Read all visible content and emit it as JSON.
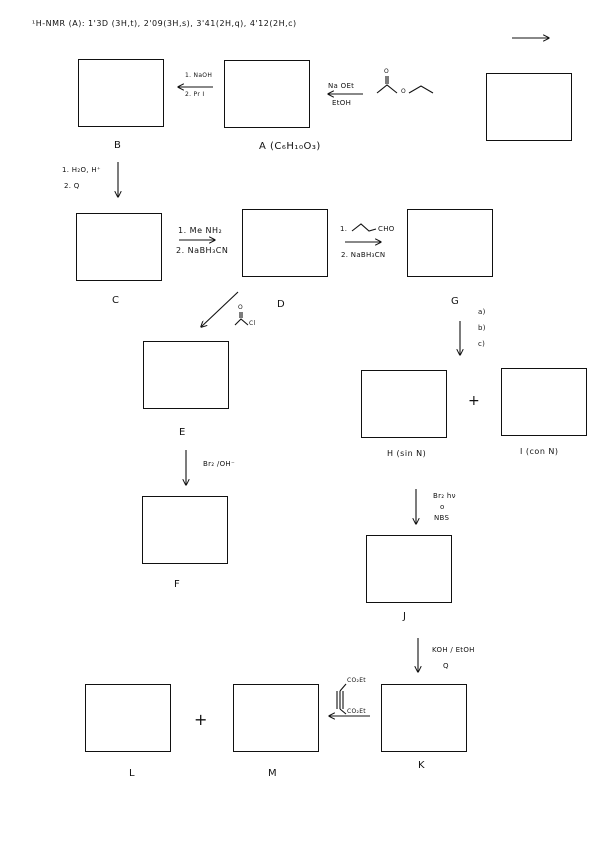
{
  "header": {
    "nmr": "¹H-NMR (A): 1'3D (3H,t), 2'09(3H,s), 3'41(2H,q), 4'12(2H,c)"
  },
  "labels": {
    "A": "A (C₆H₁₀O₃)",
    "B": "B",
    "C": "C",
    "D": "D",
    "E": "E",
    "F": "F",
    "G": "G",
    "H": "H (sin N)",
    "I": "I (con N)",
    "J": "J",
    "K": "K",
    "L": "L",
    "M": "M"
  },
  "reagents": {
    "start_to_a": {
      "line1": "Na OEt",
      "line2": "EtOH"
    },
    "a_to_b": {
      "line1": "1. NaOH",
      "line2": "2. Pr I"
    },
    "b_to_c": {
      "line1": "1. H₂O, H⁺",
      "line2": "2. Q"
    },
    "c_to_d": {
      "line1": "1. Me NH₂",
      "line2": "2. NaBH₃CN"
    },
    "d_to_g": {
      "line1": "1.",
      "line1_tail": "CHO",
      "line2": "2. NaBH₃CN"
    },
    "d_to_e": {
      "acyl_o": "O",
      "acyl_cl": "Cl"
    },
    "ester_o": {
      "carbonyl": "O",
      "ether": "O"
    },
    "e_to_f": {
      "text": "Br₂ /OH⁻"
    },
    "g_to_hi": {
      "a": "a)",
      "b": "b)",
      "c": "c)"
    },
    "plus_hi": "+",
    "h_to_j": {
      "line1": "Br₂ hν",
      "line2": "o",
      "line3": "NBS"
    },
    "j_to_k": {
      "line1": "KOH / EtOH",
      "line2": "Q"
    },
    "k_to_m": {
      "top": "CO₂Et",
      "bottom": "CO₂Et"
    },
    "plus_lm": "+"
  }
}
